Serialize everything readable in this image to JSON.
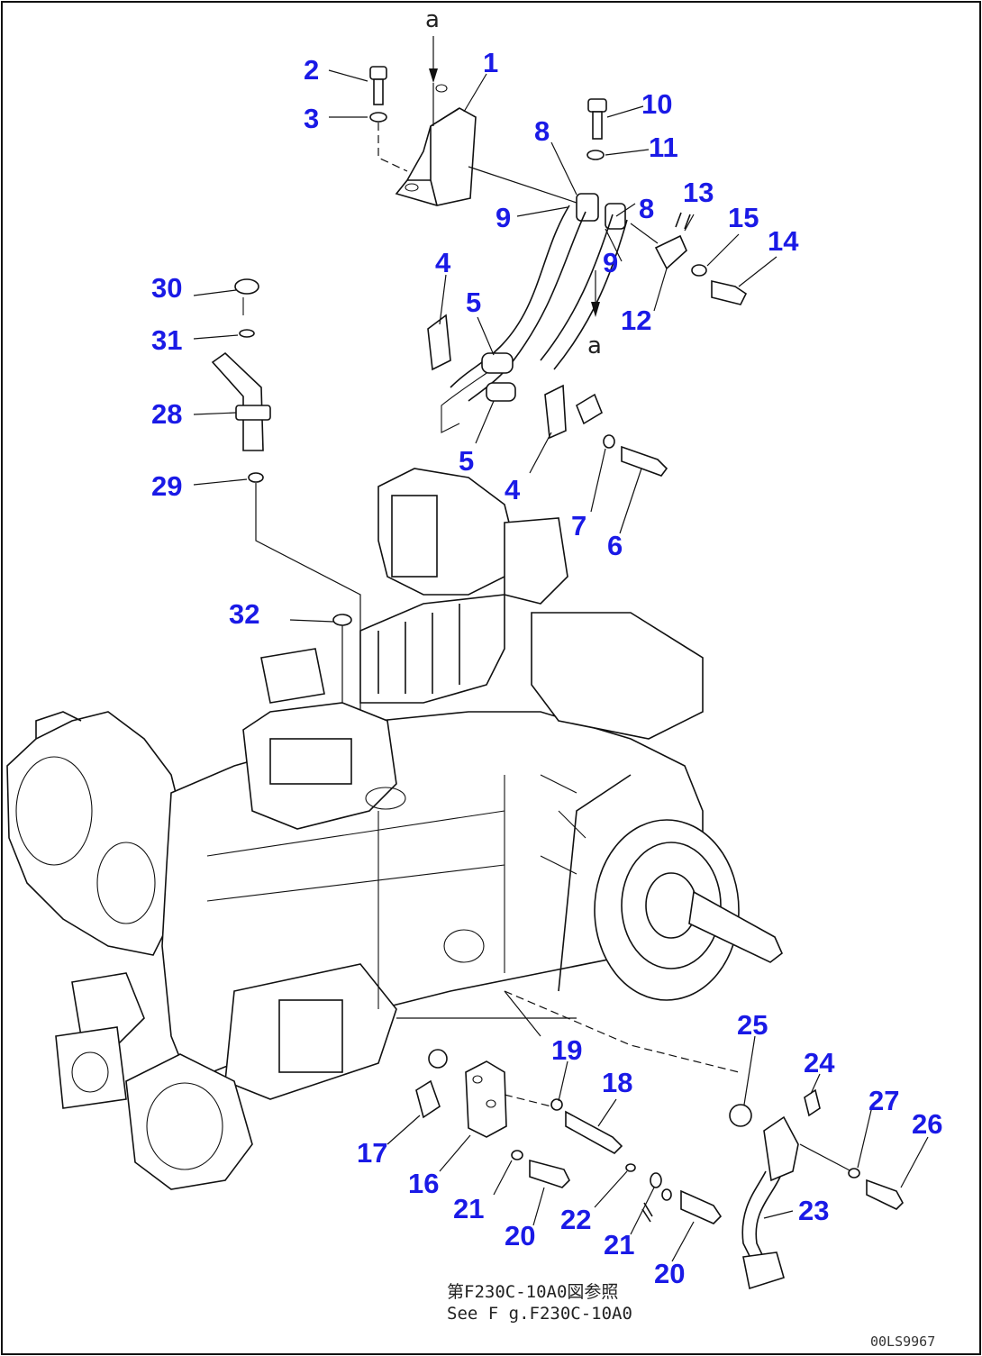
{
  "diagram": {
    "ref_letter_top": "a",
    "ref_letter_mid": "a",
    "callouts": [
      {
        "id": "c1",
        "label": "1"
      },
      {
        "id": "c2",
        "label": "2"
      },
      {
        "id": "c3",
        "label": "3"
      },
      {
        "id": "c4a",
        "label": "4"
      },
      {
        "id": "c4b",
        "label": "4"
      },
      {
        "id": "c5a",
        "label": "5"
      },
      {
        "id": "c5b",
        "label": "5"
      },
      {
        "id": "c6",
        "label": "6"
      },
      {
        "id": "c7",
        "label": "7"
      },
      {
        "id": "c8a",
        "label": "8"
      },
      {
        "id": "c8b",
        "label": "8"
      },
      {
        "id": "c9a",
        "label": "9"
      },
      {
        "id": "c9b",
        "label": "9"
      },
      {
        "id": "c10",
        "label": "10"
      },
      {
        "id": "c11",
        "label": "11"
      },
      {
        "id": "c12",
        "label": "12"
      },
      {
        "id": "c13",
        "label": "13"
      },
      {
        "id": "c14",
        "label": "14"
      },
      {
        "id": "c15",
        "label": "15"
      },
      {
        "id": "c16",
        "label": "16"
      },
      {
        "id": "c17",
        "label": "17"
      },
      {
        "id": "c18",
        "label": "18"
      },
      {
        "id": "c19",
        "label": "19"
      },
      {
        "id": "c20a",
        "label": "20"
      },
      {
        "id": "c20b",
        "label": "20"
      },
      {
        "id": "c21a",
        "label": "21"
      },
      {
        "id": "c21b",
        "label": "21"
      },
      {
        "id": "c22",
        "label": "22"
      },
      {
        "id": "c23",
        "label": "23"
      },
      {
        "id": "c24",
        "label": "24"
      },
      {
        "id": "c25",
        "label": "25"
      },
      {
        "id": "c26",
        "label": "26"
      },
      {
        "id": "c27",
        "label": "27"
      },
      {
        "id": "c28",
        "label": "28"
      },
      {
        "id": "c29",
        "label": "29"
      },
      {
        "id": "c30",
        "label": "30"
      },
      {
        "id": "c31",
        "label": "31"
      },
      {
        "id": "c32",
        "label": "32"
      }
    ],
    "note_line1": "第F230C-10A0図参照",
    "note_line2": "See F g.F230C-10A0",
    "drawing_code": "00LS9967"
  }
}
